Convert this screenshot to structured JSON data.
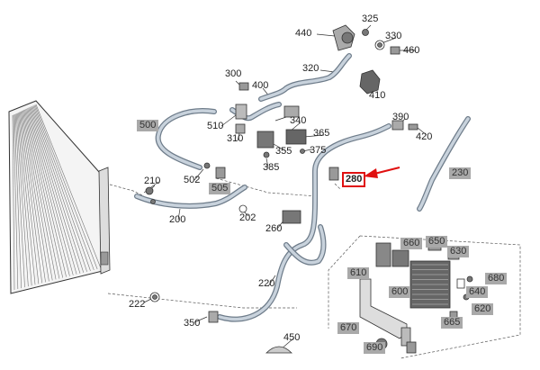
{
  "labels": [
    {
      "id": "440",
      "text": "440",
      "boxed": false
    },
    {
      "id": "325",
      "text": "325",
      "boxed": false
    },
    {
      "id": "330",
      "text": "330",
      "boxed": false
    },
    {
      "id": "460",
      "text": "460",
      "boxed": false
    },
    {
      "id": "320",
      "text": "320",
      "boxed": false
    },
    {
      "id": "300",
      "text": "300",
      "boxed": false
    },
    {
      "id": "400",
      "text": "400",
      "boxed": false
    },
    {
      "id": "410",
      "text": "410",
      "boxed": false
    },
    {
      "id": "500",
      "text": "500",
      "boxed": true
    },
    {
      "id": "340",
      "text": "340",
      "boxed": false
    },
    {
      "id": "510",
      "text": "510",
      "boxed": false
    },
    {
      "id": "390",
      "text": "390",
      "boxed": false
    },
    {
      "id": "365",
      "text": "365",
      "boxed": false
    },
    {
      "id": "310",
      "text": "310",
      "boxed": false
    },
    {
      "id": "420",
      "text": "420",
      "boxed": false
    },
    {
      "id": "355",
      "text": "355",
      "boxed": false
    },
    {
      "id": "375",
      "text": "375",
      "boxed": false
    },
    {
      "id": "385",
      "text": "385",
      "boxed": false
    },
    {
      "id": "230",
      "text": "230",
      "boxed": true
    },
    {
      "id": "210",
      "text": "210",
      "boxed": false
    },
    {
      "id": "502",
      "text": "502",
      "boxed": false
    },
    {
      "id": "505",
      "text": "505",
      "boxed": true
    },
    {
      "id": "280",
      "text": "280",
      "boxed": false,
      "highlight": true
    },
    {
      "id": "200",
      "text": "200",
      "boxed": false
    },
    {
      "id": "202",
      "text": "202",
      "boxed": false
    },
    {
      "id": "260",
      "text": "260",
      "boxed": false
    },
    {
      "id": "660",
      "text": "660",
      "boxed": true
    },
    {
      "id": "650",
      "text": "650",
      "boxed": true
    },
    {
      "id": "630",
      "text": "630",
      "boxed": true
    },
    {
      "id": "610",
      "text": "610",
      "boxed": true
    },
    {
      "id": "220",
      "text": "220",
      "boxed": false
    },
    {
      "id": "680",
      "text": "680",
      "boxed": true
    },
    {
      "id": "600",
      "text": "600",
      "boxed": true
    },
    {
      "id": "640",
      "text": "640",
      "boxed": true
    },
    {
      "id": "222",
      "text": "222",
      "boxed": false
    },
    {
      "id": "620",
      "text": "620",
      "boxed": true
    },
    {
      "id": "665",
      "text": "665",
      "boxed": true
    },
    {
      "id": "350",
      "text": "350",
      "boxed": false
    },
    {
      "id": "670",
      "text": "670",
      "boxed": true
    },
    {
      "id": "450",
      "text": "450",
      "boxed": false
    },
    {
      "id": "690",
      "text": "690",
      "boxed": true
    }
  ],
  "colors": {
    "line": "#333333",
    "pipe_fill": "#c8d2dc",
    "pipe_edge": "#6e7c8a",
    "part_fill": "#8a8a8a",
    "label_box": "#a9a9a9",
    "highlight": "#e01010"
  }
}
